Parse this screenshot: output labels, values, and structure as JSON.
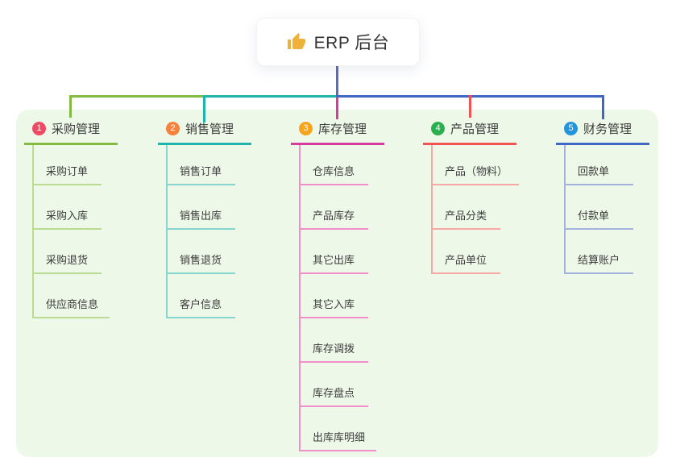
{
  "root": {
    "title": "ERP 后台",
    "icon": "thumbs-up-icon",
    "icon_color": "#f0b13a"
  },
  "colors": {
    "canvas_bg": "#ffffff",
    "panel_bg": "#eef8e8",
    "root_line": "#5b6bc0",
    "text": "#3b3b3b"
  },
  "branches": [
    {
      "badge": "1",
      "label": "采购管理",
      "badge_color": "#ed4a63",
      "line_color": "#82bb3f",
      "child_line_color": "#b9dc90",
      "children": [
        "采购订单",
        "采购入库",
        "采购退货",
        "供应商信息"
      ]
    },
    {
      "badge": "2",
      "label": "销售管理",
      "badge_color": "#f6823b",
      "line_color": "#1db5ab",
      "child_line_color": "#85d6ce",
      "children": [
        "销售订单",
        "销售出库",
        "销售退货",
        "客户信息"
      ]
    },
    {
      "badge": "3",
      "label": "库存管理",
      "badge_color": "#f5a41f",
      "line_color": "#d63c9e",
      "child_line_color": "#f18fcb",
      "children": [
        "仓库信息",
        "产品库存",
        "其它出库",
        "其它入库",
        "库存调拨",
        "库存盘点",
        "出库库明细"
      ]
    },
    {
      "badge": "4",
      "label": "产品管理",
      "badge_color": "#2aaf4e",
      "line_color": "#f25352",
      "child_line_color": "#f7a8a2",
      "children": [
        "产品（物料）",
        "产品分类",
        "产品单位"
      ]
    },
    {
      "badge": "5",
      "label": "财务管理",
      "badge_color": "#2295dd",
      "line_color": "#3f68c5",
      "child_line_color": "#a3b3dc",
      "children": [
        "回款单",
        "付款单",
        "结算账户"
      ]
    }
  ]
}
